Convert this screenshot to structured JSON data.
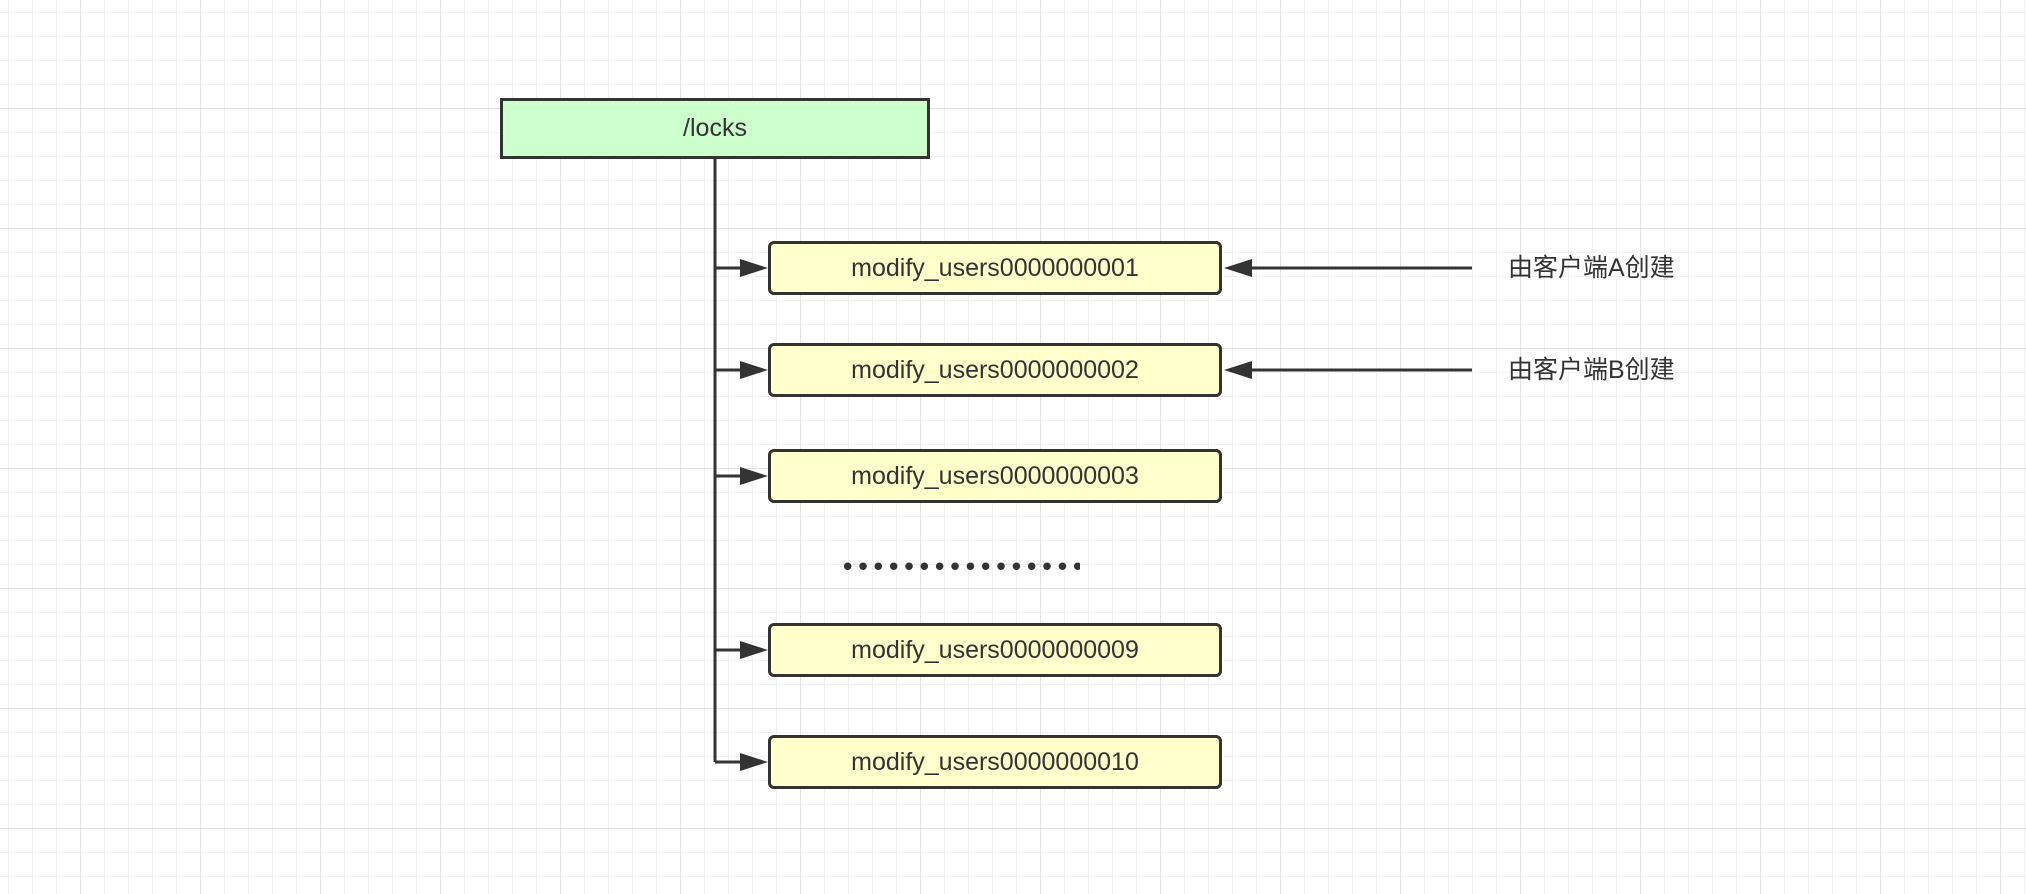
{
  "root": {
    "label": "/locks"
  },
  "nodes": [
    {
      "label": "modify_users0000000001"
    },
    {
      "label": "modify_users0000000002"
    },
    {
      "label": "modify_users0000000003"
    },
    {
      "label": "modify_users0000000009"
    },
    {
      "label": "modify_users0000000010"
    }
  ],
  "ellipsis": "•••••••••••••••••••••",
  "annotations": [
    {
      "label": "由客户端A创建"
    },
    {
      "label": "由客户端B创建"
    }
  ],
  "colors": {
    "root_fill": "#ccffcc",
    "node_fill": "#ffffcc",
    "stroke": "#333333"
  }
}
